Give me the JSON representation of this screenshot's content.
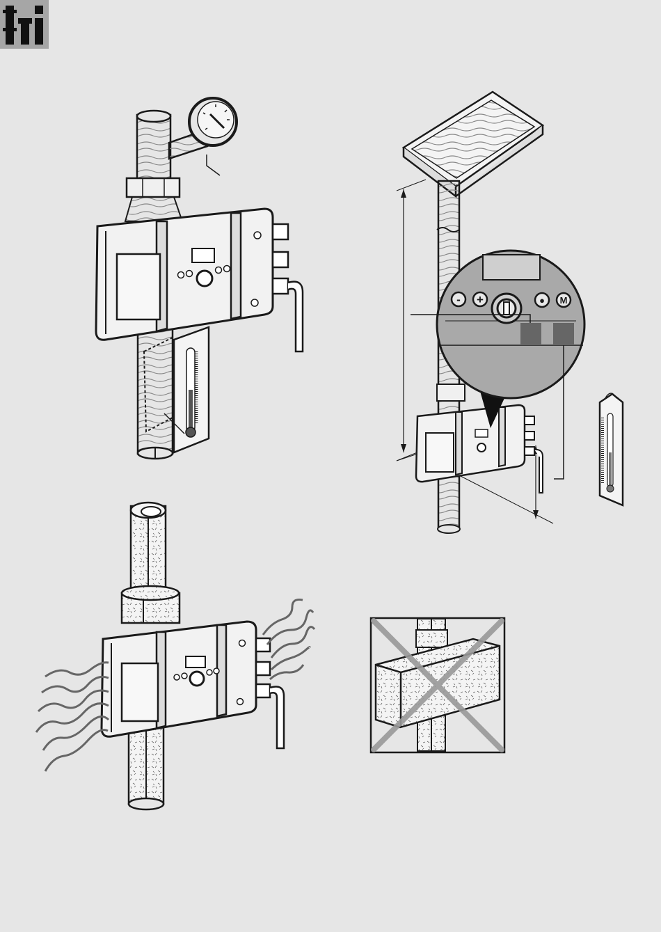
{
  "logo": {
    "label": "",
    "icon": "installation-info-icon"
  },
  "panels": [
    {
      "id": "panel-top-left",
      "icon": "controller-with-pressure-gauge-and-thermometer"
    },
    {
      "id": "panel-top-right",
      "icon": "controller-mounted-below-solar-collector"
    },
    {
      "id": "panel-bottom-left",
      "icon": "controller-on-insulated-pipe-heat-radiation"
    },
    {
      "id": "panel-bottom-right",
      "icon": "do-not-insulate-controller-crossed"
    }
  ],
  "zoom": {
    "buttons": [
      {
        "name": "minus-button",
        "label": "-"
      },
      {
        "name": "plus-button",
        "label": "+"
      },
      {
        "name": "enter-button",
        "label": "●"
      },
      {
        "name": "mode-button",
        "label": "M"
      }
    ]
  },
  "colors": {
    "background": "#e6e6e6",
    "logo_bg": "#a6a6a6",
    "zoom_circle": "#a9a9a9",
    "indicator": "#666666",
    "line": "#1a1a1a"
  }
}
